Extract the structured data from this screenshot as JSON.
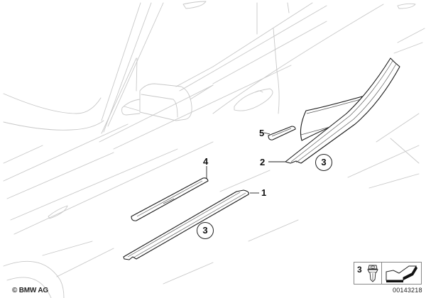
{
  "diagram": {
    "type": "exploded parts diagram",
    "subject": "Door sill trim strips and clip, vehicle side view",
    "background_color": "#ffffff",
    "line_color_ghost": "#c8c8c8",
    "line_color_part": "#1a1a1a"
  },
  "callouts": [
    {
      "id": "1",
      "label": "1",
      "part": "front door sill strip (long)"
    },
    {
      "id": "2",
      "label": "2",
      "part": "rear door sill strip with B-pillar cover"
    },
    {
      "id": "4",
      "label": "4",
      "part": "front entrance sill plate (with logo)"
    },
    {
      "id": "5",
      "label": "5",
      "part": "rear entrance sill plate"
    }
  ],
  "circled_refs": [
    {
      "label": "3",
      "near": "rear sill strip"
    },
    {
      "label": "3",
      "near": "front sill strip"
    }
  ],
  "legend": {
    "number": "3",
    "icon_part": "clip-icon",
    "icon_arrow": "arrow-icon"
  },
  "footer": {
    "copyright": "© BMW AG",
    "diagram_id": "00143218"
  }
}
